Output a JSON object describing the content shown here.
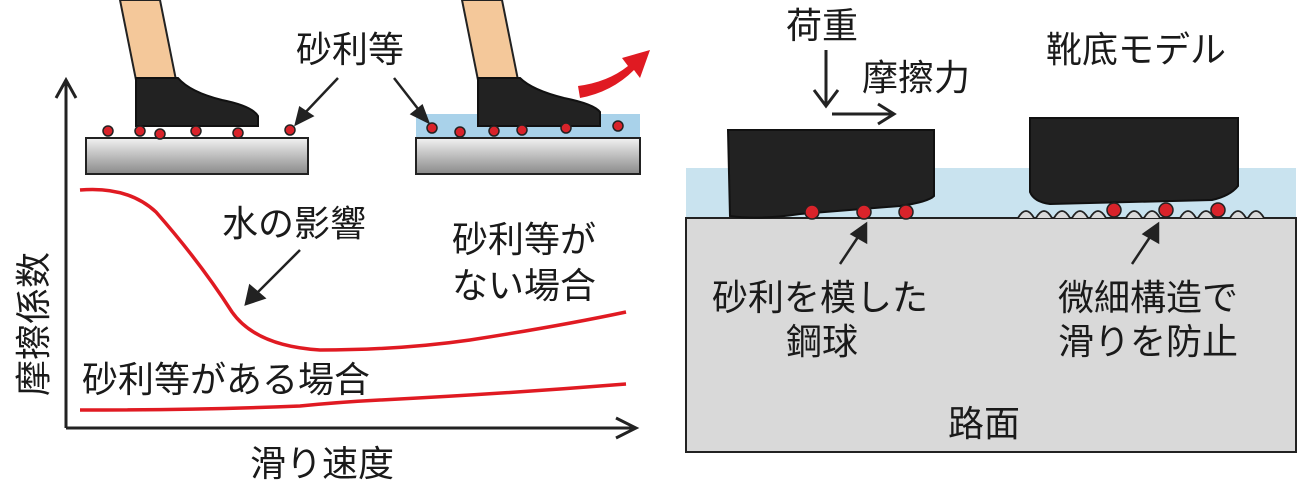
{
  "left_panel": {
    "label_gravel_top": "砂利等",
    "y_axis_label": "摩擦係数",
    "x_axis_label": "滑り速度",
    "label_water_effect": "水の影響",
    "label_no_gravel_line1": "砂利等が",
    "label_no_gravel_line2": "ない場合",
    "label_with_gravel": "砂利等がある場合"
  },
  "right_panel": {
    "label_load": "荷重",
    "label_friction": "摩擦力",
    "label_shoe_model": "靴底モデル",
    "label_steel_ball_line1": "砂利を模した",
    "label_steel_ball_line2": "鋼球",
    "label_microstructure_line1": "微細構造で",
    "label_microstructure_line2": "滑りを防止",
    "label_road": "路面"
  },
  "colors": {
    "curve": "#e01a22",
    "pebble": "#d9232a",
    "water": "#c9e3ef",
    "water_left": "#a9d2ea",
    "road": "#d9d9d9",
    "shoe": "#222222",
    "skin": "#f4c89a"
  }
}
